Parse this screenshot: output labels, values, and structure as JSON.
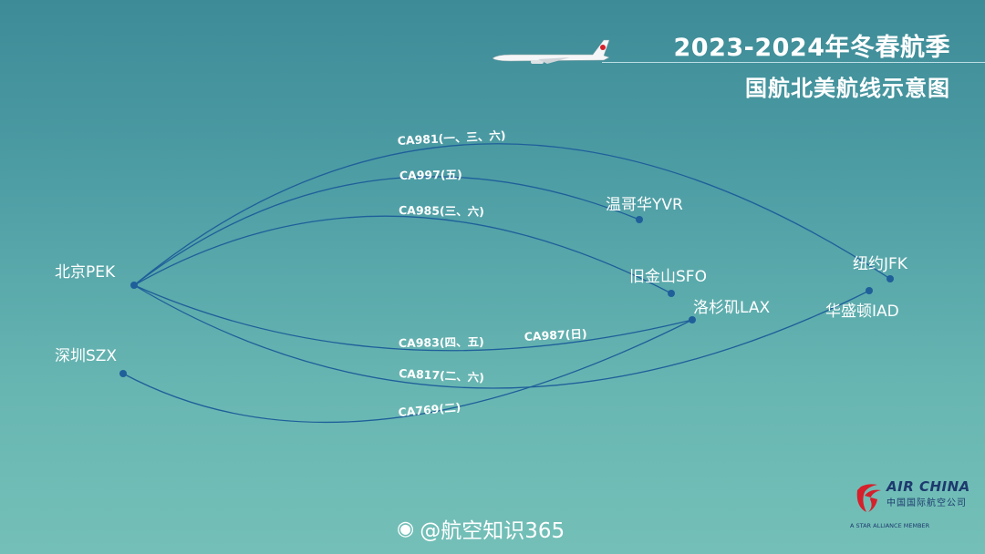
{
  "header": {
    "title_line1": "2023-2024年冬春航季",
    "title_line2": "国航北美航线示意图"
  },
  "cities": {
    "pek": "北京PEK",
    "szx": "深圳SZX",
    "yvr": "温哥华YVR",
    "sfo": "旧金山SFO",
    "lax": "洛杉矶LAX",
    "jfk": "纽约JFK",
    "iad": "华盛顿IAD"
  },
  "routes": {
    "ca981": "CA981(一、三、六)",
    "ca997": "CA997(五)",
    "ca985": "CA985(三、六)",
    "ca983": "CA983(四、五)",
    "ca987": "CA987(日)",
    "ca817": "CA817(二、六)",
    "ca769": "CA769(二)"
  },
  "logo": {
    "name_en": "AIR CHINA",
    "name_cn": "中国国际航空公司",
    "alliance": "A STAR ALLIANCE MEMBER"
  },
  "watermark": {
    "text": "@航空知识365"
  },
  "colors": {
    "route": "#1f5f9a",
    "dot": "#1f5f9a",
    "logo_red": "#d6202a"
  }
}
